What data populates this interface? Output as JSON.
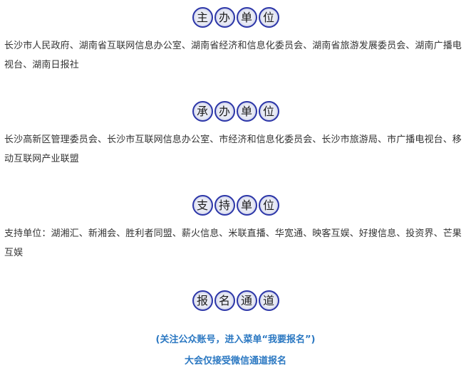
{
  "sections": [
    {
      "heading_chars": [
        "主",
        "办",
        "单",
        "位"
      ],
      "body": "长沙市人民政府、湖南省互联网信息办公室、湖南省经济和信息化委员会、湖南省旅游发展委员会、湖南广播电视台、湖南日报社"
    },
    {
      "heading_chars": [
        "承",
        "办",
        "单",
        "位"
      ],
      "body": "长沙高新区管理委员会、长沙市互联网信息办公室、市经济和信息化委员会、长沙市旅游局、市广播电视台、移动互联网产业联盟"
    },
    {
      "heading_chars": [
        "支",
        "持",
        "单",
        "位"
      ],
      "body": "支持单位：湖湘汇、新湘会、胜利者同盟、薪火信息、米联直播、华宽通、映客互娱、好搜信息、投资界、芒果互娱"
    },
    {
      "heading_chars": [
        "报",
        "名",
        "通",
        "道"
      ]
    }
  ],
  "registration": {
    "note": "(关注公众账号，进入菜单“我要报名”)",
    "notice": "大会仅接受微信通道报名"
  },
  "colors": {
    "circle_border": "#2c36a8",
    "circle_fill": "#e9ebf5",
    "body_text": "#333333",
    "link_blue": "#2b78c2"
  }
}
